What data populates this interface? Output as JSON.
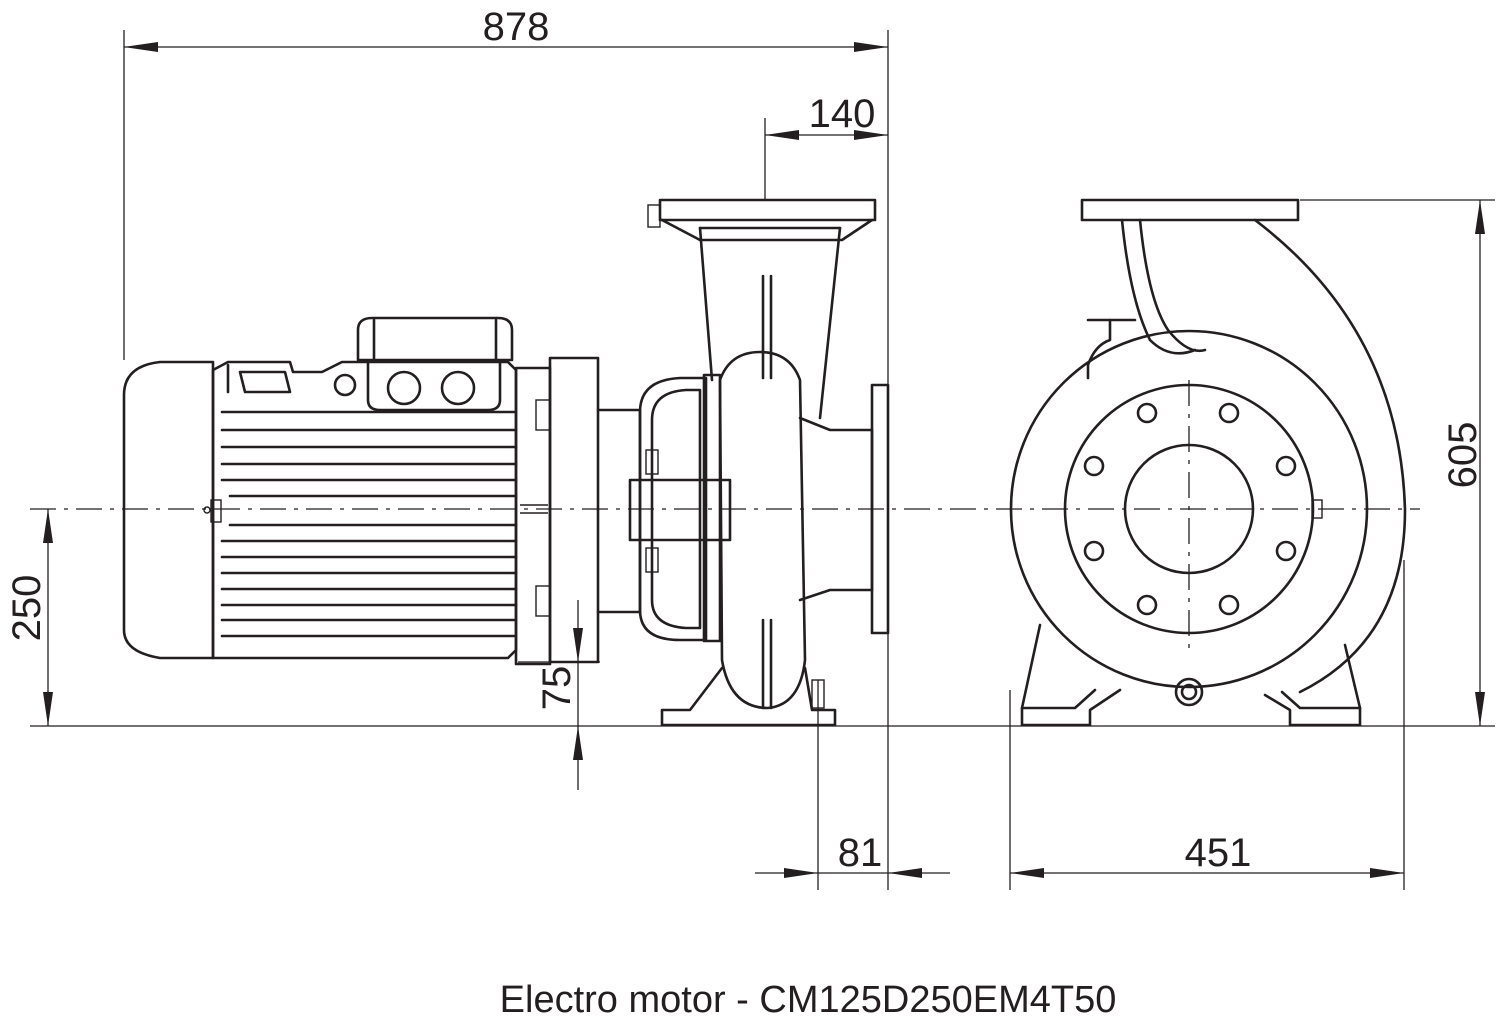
{
  "dimensions": {
    "overall_length": "878",
    "discharge_offset": "140",
    "total_height": "605",
    "shaft_height": "250",
    "foot_height": "75",
    "suction_offset": "81",
    "width": "451"
  },
  "caption": "Electro motor - CM125D250EM4T50"
}
